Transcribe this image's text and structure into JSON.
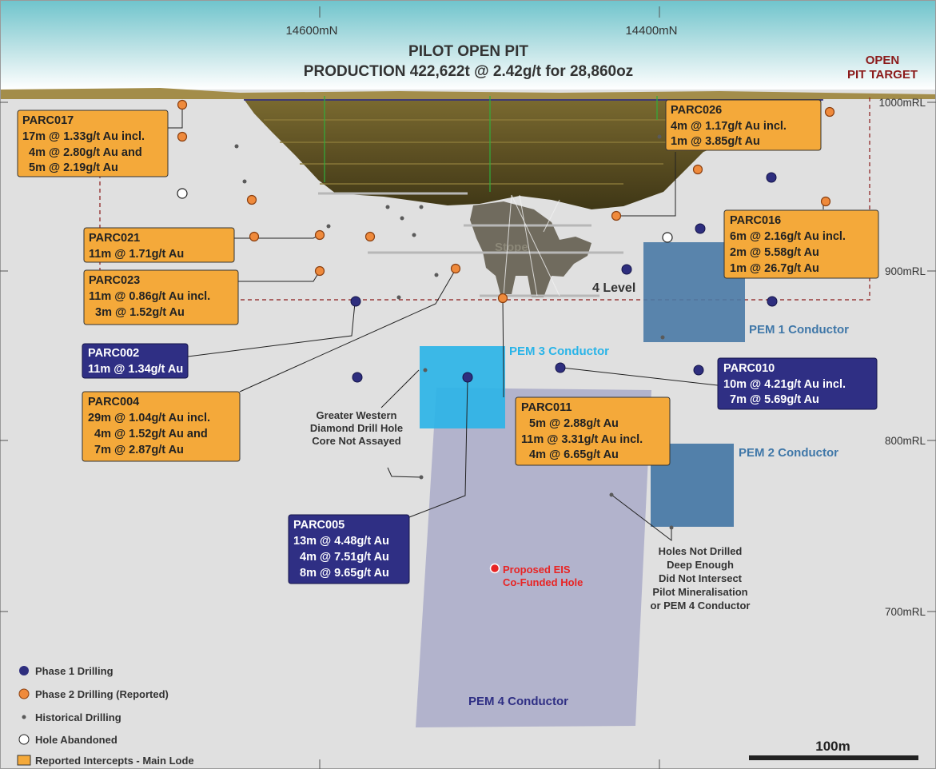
{
  "header": {
    "grid_left": "14600mN",
    "grid_right": "14400mN",
    "title": "PILOT OPEN PIT",
    "subtitle": "PRODUCTION 422,622t @ 2.42g/t for 28,860oz",
    "open_pit_line1": "OPEN",
    "open_pit_line2": "PIT TARGET"
  },
  "elevations": [
    "1000mRL",
    "900mRL",
    "800mRL",
    "700mRL"
  ],
  "features": {
    "stope": "Stope",
    "level": "4 Level"
  },
  "conductors": {
    "pem1": "PEM 1 Conductor",
    "pem2": "PEM 2 Conductor",
    "pem3": "PEM 3 Conductor",
    "pem4": "PEM 4 Conductor"
  },
  "intercepts": {
    "parc017": [
      "PARC017",
      "17m @ 1.33g/t Au incl.",
      "4m @ 2.80g/t Au and",
      "5m @ 2.19g/t Au"
    ],
    "parc026": [
      "PARC026",
      "4m @ 1.17g/t Au incl.",
      "1m @ 3.85g/t Au"
    ],
    "parc016": [
      "PARC016",
      "6m @ 2.16g/t Au incl.",
      "2m @ 5.58g/t Au",
      "1m @ 26.7g/t Au"
    ],
    "parc021": [
      "PARC021",
      "11m @ 1.71g/t Au"
    ],
    "parc023": [
      "PARC023",
      "11m @ 0.86g/t Au incl.",
      "3m @ 1.52g/t Au"
    ],
    "parc002": [
      "PARC002",
      "11m @ 1.34g/t Au"
    ],
    "parc004": [
      "PARC004",
      "29m @ 1.04g/t Au incl.",
      "4m @ 1.52g/t Au and",
      "7m @ 2.87g/t Au"
    ],
    "parc011": [
      "PARC011",
      "5m @ 2.88g/t Au",
      "11m @ 3.31g/t Au incl.",
      "4m @ 6.65g/t Au"
    ],
    "parc010": [
      "PARC010",
      "10m @ 4.21g/t Au incl.",
      "7m @ 5.69g/t Au"
    ],
    "parc005": [
      "PARC005",
      "13m @ 4.48g/t Au",
      "4m @ 7.51g/t Au",
      "8m @ 9.65g/t Au"
    ]
  },
  "notes": {
    "greater_western": [
      "Greater Western",
      "Diamond Drill Hole",
      "Core Not Assayed"
    ],
    "holes_not_drilled": [
      "Holes Not Drilled",
      "Deep Enough",
      "Did Not Intersect",
      "Pilot Mineralisation",
      "or PEM 4 Conductor"
    ],
    "proposed": [
      "Proposed EIS",
      "Co-Funded Hole"
    ]
  },
  "legend": {
    "phase1": "Phase 1 Drilling",
    "phase2": "Phase 2 Drilling (Reported)",
    "historical": "Historical Drilling",
    "abandoned": "Hole Abandoned",
    "intercepts": "Reported Intercepts - Main Lode"
  },
  "scale_bar": "100m",
  "colors": {
    "phase1": "#2e2e7e",
    "phase2": "#ef8a3c",
    "orange_box": "#f4a93a",
    "navy_box": "#2f2f84",
    "pem_steel": "#4a7aa6",
    "pem3": "#29b4e8",
    "pem4": "#a6a7c7",
    "background": "#e0e0e0",
    "sky": "#6fc4cc",
    "pit_target_line": "#8b1a1a",
    "proposed": "#e82424"
  }
}
